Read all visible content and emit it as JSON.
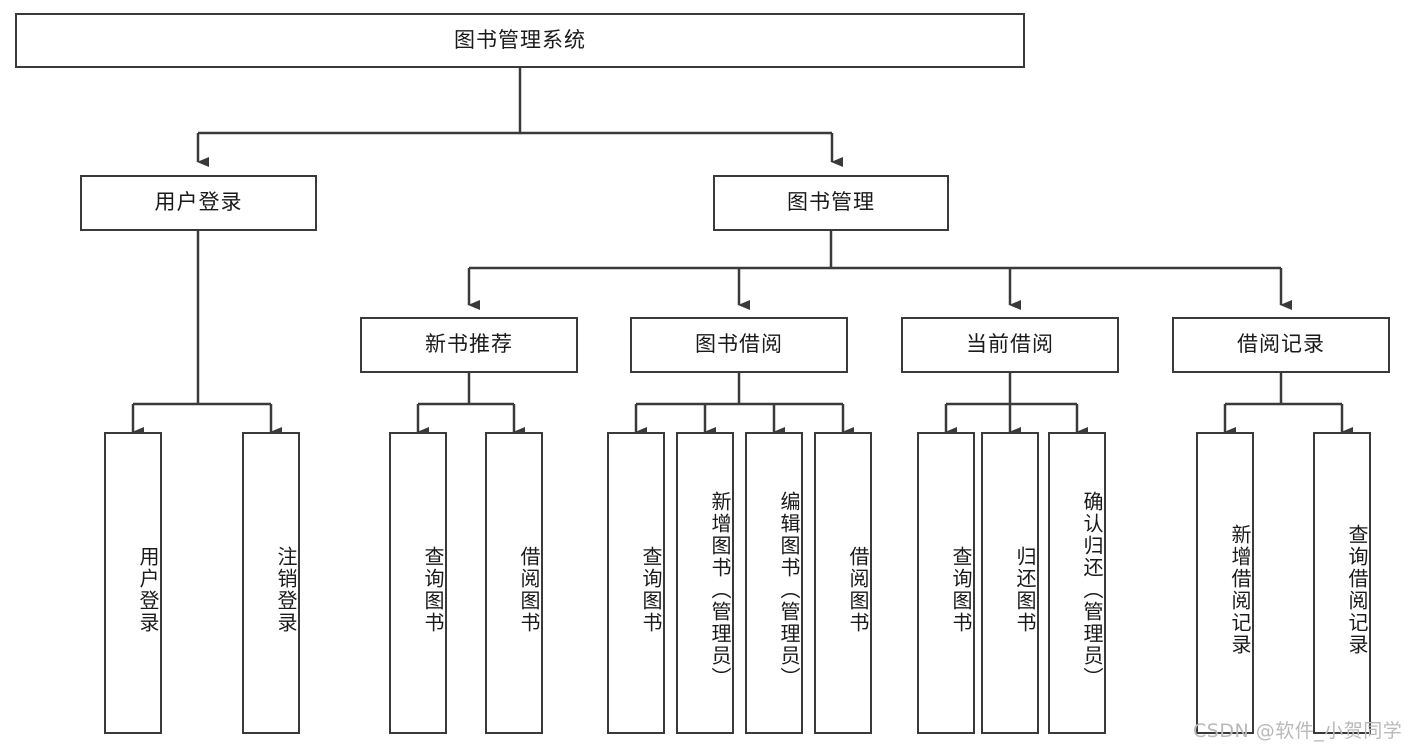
{
  "diagram": {
    "title": "图书管理系统",
    "type": "function-structure-tree",
    "root": {
      "label": "图书管理系统",
      "children": [
        {
          "label": "用户登录",
          "children": [
            {
              "label": "用户登录"
            },
            {
              "label": "注销登录"
            }
          ]
        },
        {
          "label": "图书管理",
          "children": [
            {
              "label": "新书推荐",
              "children": [
                {
                  "label": "查询图书"
                },
                {
                  "label": "借阅图书"
                }
              ]
            },
            {
              "label": "图书借阅",
              "children": [
                {
                  "label": "查询图书"
                },
                {
                  "label": "新增图书（管理员）"
                },
                {
                  "label": "编辑图书（管理员）"
                },
                {
                  "label": "借阅图书"
                }
              ]
            },
            {
              "label": "当前借阅",
              "children": [
                {
                  "label": "查询图书"
                },
                {
                  "label": "归还图书"
                },
                {
                  "label": "确认归还（管理员）"
                }
              ]
            },
            {
              "label": "借阅记录",
              "children": [
                {
                  "label": "新增借阅记录"
                },
                {
                  "label": "查询借阅记录"
                }
              ]
            }
          ]
        }
      ]
    }
  },
  "nodes": {
    "root": "图书管理系统",
    "user_login": "用户登录",
    "book_manage": "图书管理",
    "new_book_rec": "新书推荐",
    "book_borrow": "图书借阅",
    "current_borrow": "当前借阅",
    "borrow_record": "借阅记录",
    "leaf_user_login": "用户登录",
    "leaf_logout": "注销登录",
    "leaf_rec_query": "查询图书",
    "leaf_rec_borrow": "借阅图书",
    "leaf_borrow_query": "查询图书",
    "leaf_borrow_add": "新增图书（管理员）",
    "leaf_borrow_edit": "编辑图书（管理员）",
    "leaf_borrow_do": "借阅图书",
    "leaf_cur_query": "查询图书",
    "leaf_cur_return": "归还图书",
    "leaf_cur_confirm": "确认归还（管理员）",
    "leaf_rec_add": "新增借阅记录",
    "leaf_rec_query2": "查询借阅记录"
  },
  "watermark": {
    "text": "CSDN @软件_小贺同学"
  },
  "colors": {
    "border": "#3a3a3a",
    "background": "#ffffff",
    "text": "#1a1a1a",
    "watermark": "#b9b9b9"
  }
}
